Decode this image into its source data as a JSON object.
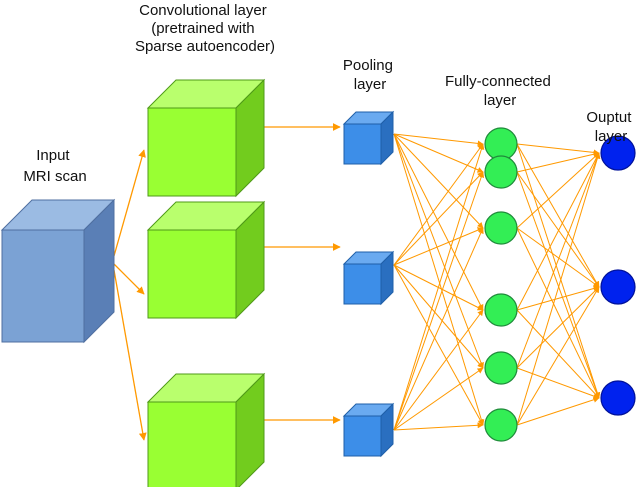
{
  "labels": {
    "input": [
      "Input",
      "MRI scan"
    ],
    "conv": [
      "Convolutional layer",
      "(pretrained with",
      "Sparse autoencoder)"
    ],
    "pool": [
      "Pooling",
      "layer"
    ],
    "fc": [
      "Fully-connected",
      "layer"
    ],
    "output": [
      "Ouptut",
      "layer"
    ]
  },
  "colors": {
    "input_front": "#7ba2d4",
    "input_top": "#9bbbe3",
    "input_side": "#5a7fb6",
    "input_edge": "#4f6fa0",
    "conv_front": "#99ff33",
    "conv_top": "#b9ff6d",
    "conv_side": "#72cc1e",
    "conv_edge": "#4f9a18",
    "pool_front": "#3d8ee8",
    "pool_top": "#6aaaf0",
    "pool_side": "#2a6fc0",
    "pool_edge": "#1f5fa8",
    "fc_node": "#33ee55",
    "fc_edge": "#1f8a3a",
    "out_node": "#0022ee",
    "out_edge": "#001199",
    "arrow": "#ff9900"
  }
}
